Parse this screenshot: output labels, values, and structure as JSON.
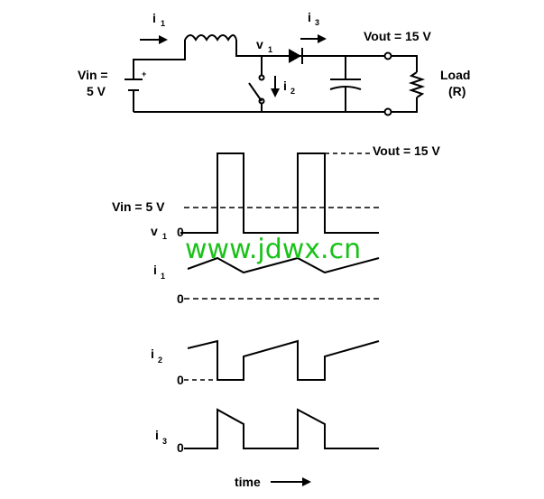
{
  "circuit": {
    "i1_label": "i",
    "i1_sub": "1",
    "i3_label": "i",
    "i3_sub": "3",
    "v1_label": "v",
    "v1_sub": "1",
    "i2_label": "i",
    "i2_sub": "2",
    "vout_label": "Vout  = 15 V",
    "vin_line1": "Vin =",
    "vin_line2": "5 V",
    "battery_plus": "+",
    "load_line1": "Load",
    "load_line2": "(R)"
  },
  "waveforms": {
    "vout_marker": "Vout  = 15 V",
    "vin_marker": "Vin = 5 V",
    "v1_label": "v",
    "v1_sub": "1",
    "v1_zero": "0",
    "i1_label": "i",
    "i1_sub": "1",
    "i1_zero": "0",
    "i2_label": "i",
    "i2_sub": "2",
    "i2_zero": "0",
    "i3_label": "i",
    "i3_sub": "3",
    "i3_zero": "0",
    "time_label": "time"
  },
  "watermark": "www.jdwx.cn"
}
